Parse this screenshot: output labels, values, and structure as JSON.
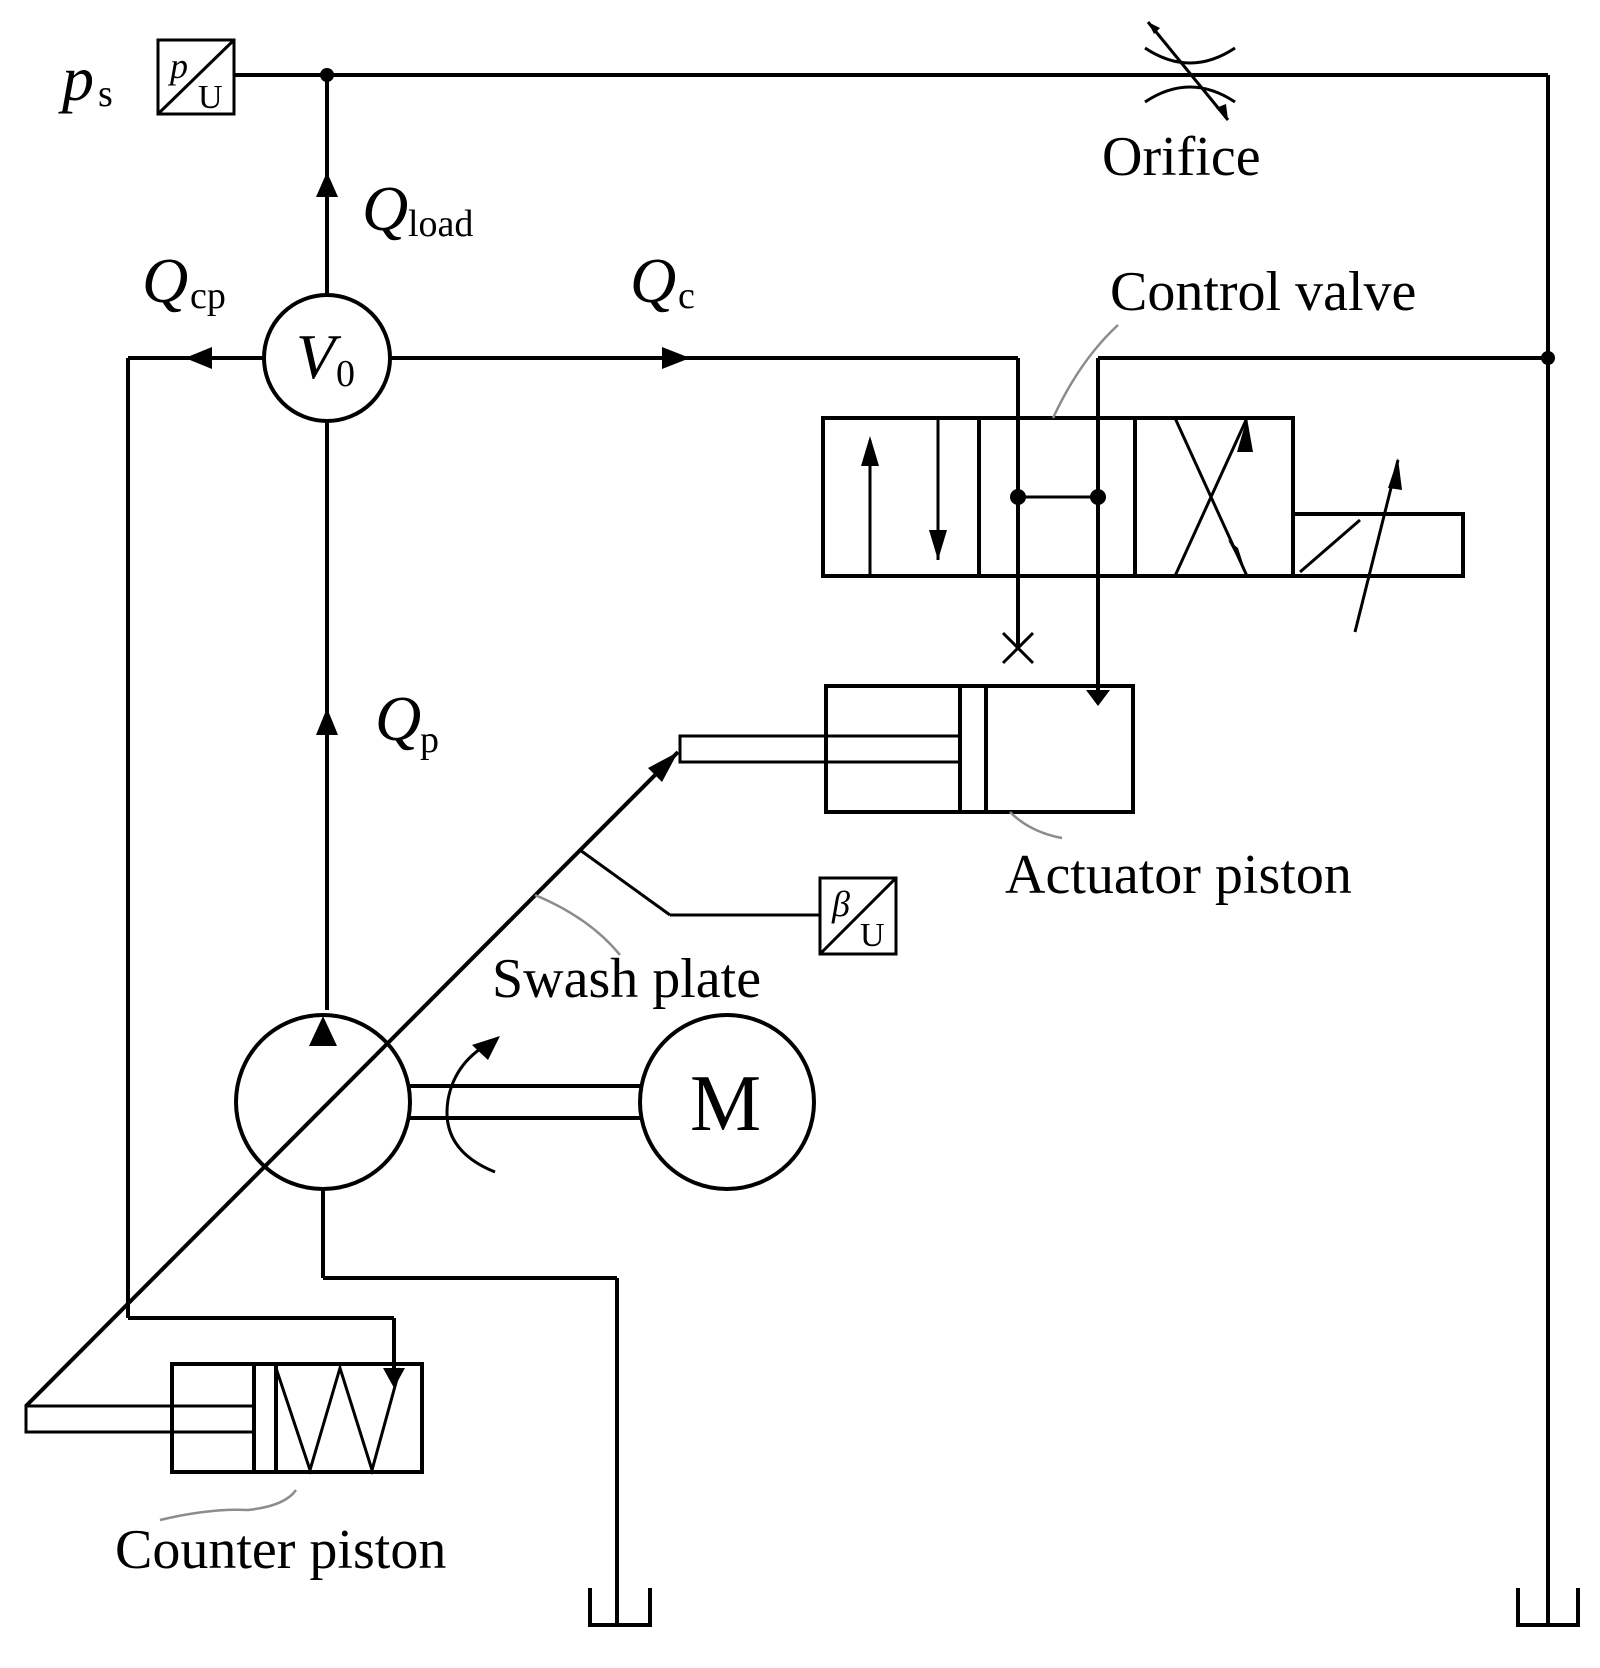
{
  "labels": {
    "orifice": "Orifice",
    "control_valve": "Control valve",
    "actuator_piston": "Actuator piston",
    "swash_plate": "Swash plate",
    "counter_piston": "Counter piston",
    "motor": "M"
  },
  "symbols": {
    "ps": {
      "main": "p",
      "sub": "s"
    },
    "q_load": {
      "main": "Q",
      "sub": "load"
    },
    "q_cp": {
      "main": "Q",
      "sub": "cp"
    },
    "q_c": {
      "main": "Q",
      "sub": "c"
    },
    "q_p": {
      "main": "Q",
      "sub": "p"
    },
    "v0": {
      "main": "V",
      "sub": "0"
    }
  },
  "sensors": {
    "pressure": {
      "top": "p",
      "bottom": "U"
    },
    "angle": {
      "top": "β",
      "bottom": "U"
    }
  }
}
